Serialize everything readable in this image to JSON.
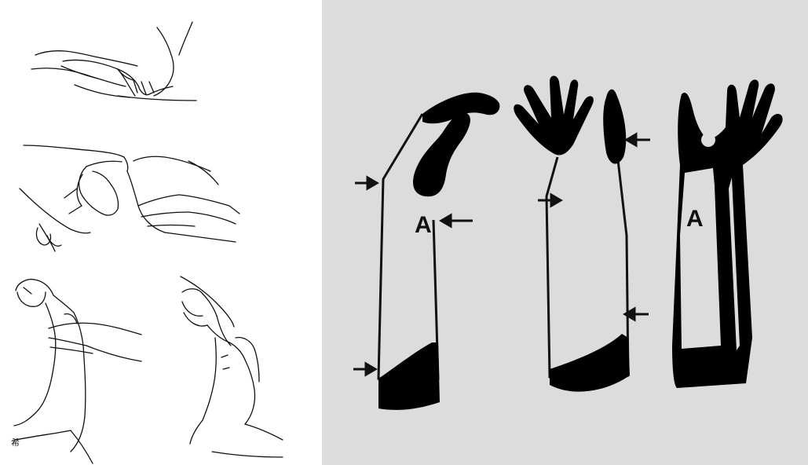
{
  "left_panel": {
    "corner_mark": "希"
  },
  "right_panel": {
    "background": "#dcdcdc",
    "figures": [
      {
        "label": "A"
      },
      {
        "label": ""
      },
      {
        "label": "A"
      }
    ]
  }
}
